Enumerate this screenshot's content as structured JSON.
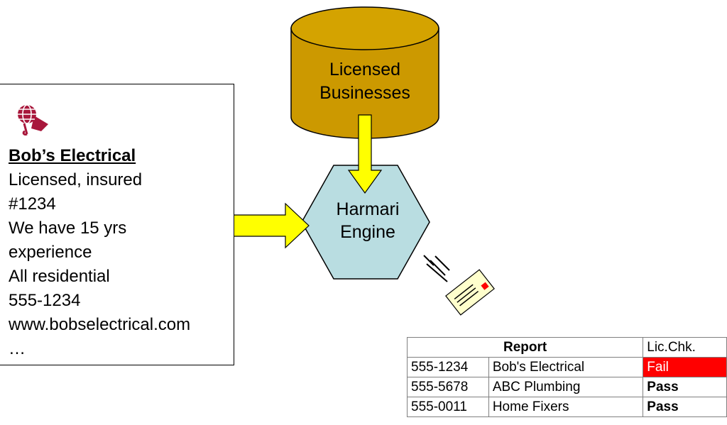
{
  "advertisement": {
    "title": "Bob’s Electrical",
    "lines": [
      "Licensed, insured",
      "#1234",
      "We have 15 yrs",
      "experience",
      "All residential",
      "555-1234",
      "www.bobselectrical.com",
      "…"
    ],
    "logo_icon": "globe-pin-icon"
  },
  "database": {
    "lines": [
      "Licensed",
      "Businesses"
    ],
    "color": "#cc9900"
  },
  "engine": {
    "lines": [
      "Harmari",
      "Engine"
    ],
    "color": "#b9dde1"
  },
  "arrow_color": "#ffff00",
  "report": {
    "title": "Report",
    "check_header": "Lic.Chk.",
    "rows": [
      {
        "phone": "555-1234",
        "name": "Bob's Electrical",
        "status": "Fail"
      },
      {
        "phone": "555-5678",
        "name": "ABC Plumbing",
        "status": "Pass"
      },
      {
        "phone": "555-0011",
        "name": "Home Fixers",
        "status": "Pass"
      }
    ],
    "fail_color": "#ff0000"
  },
  "message_icon": "envelope-fast-icon"
}
